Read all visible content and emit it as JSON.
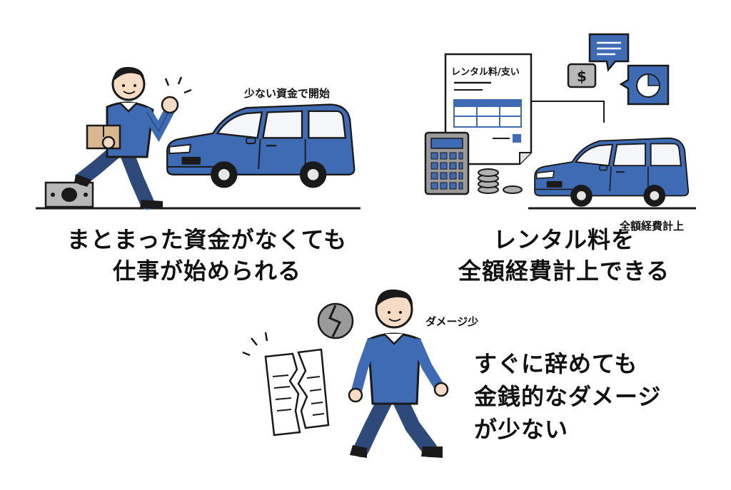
{
  "colors": {
    "primary_blue": "#3e6bb3",
    "navy": "#2e4a7a",
    "outline": "#1a1a1a",
    "gray": "#9a9a9a",
    "skin": "#f6dcc4"
  },
  "panel_start": {
    "caption": "少ない資金で開始",
    "headline_line1": "まとまった資金がなくても",
    "headline_line2": "仕事が始められる",
    "icons": [
      "man-running-icon",
      "package-box-icon",
      "cash-bill-icon",
      "van-icon"
    ]
  },
  "panel_expense": {
    "document_title": "レンタル料/支い",
    "caption": "全額経費計上",
    "headline_line1": "レンタル料を",
    "headline_line2": "全額経費計上できる",
    "icons": [
      "invoice-document-icon",
      "calculator-icon",
      "coins-icon",
      "dollar-bubble-icon",
      "chat-bubble-icon",
      "pie-chart-icon",
      "van-icon"
    ]
  },
  "panel_quit": {
    "caption": "ダメージ少",
    "headline_line1": "すぐに辞めても",
    "headline_line2": "金銭的なダメージ",
    "headline_line3": "が少ない",
    "icons": [
      "broken-heart-icon",
      "torn-document-icon",
      "man-walking-icon"
    ]
  }
}
